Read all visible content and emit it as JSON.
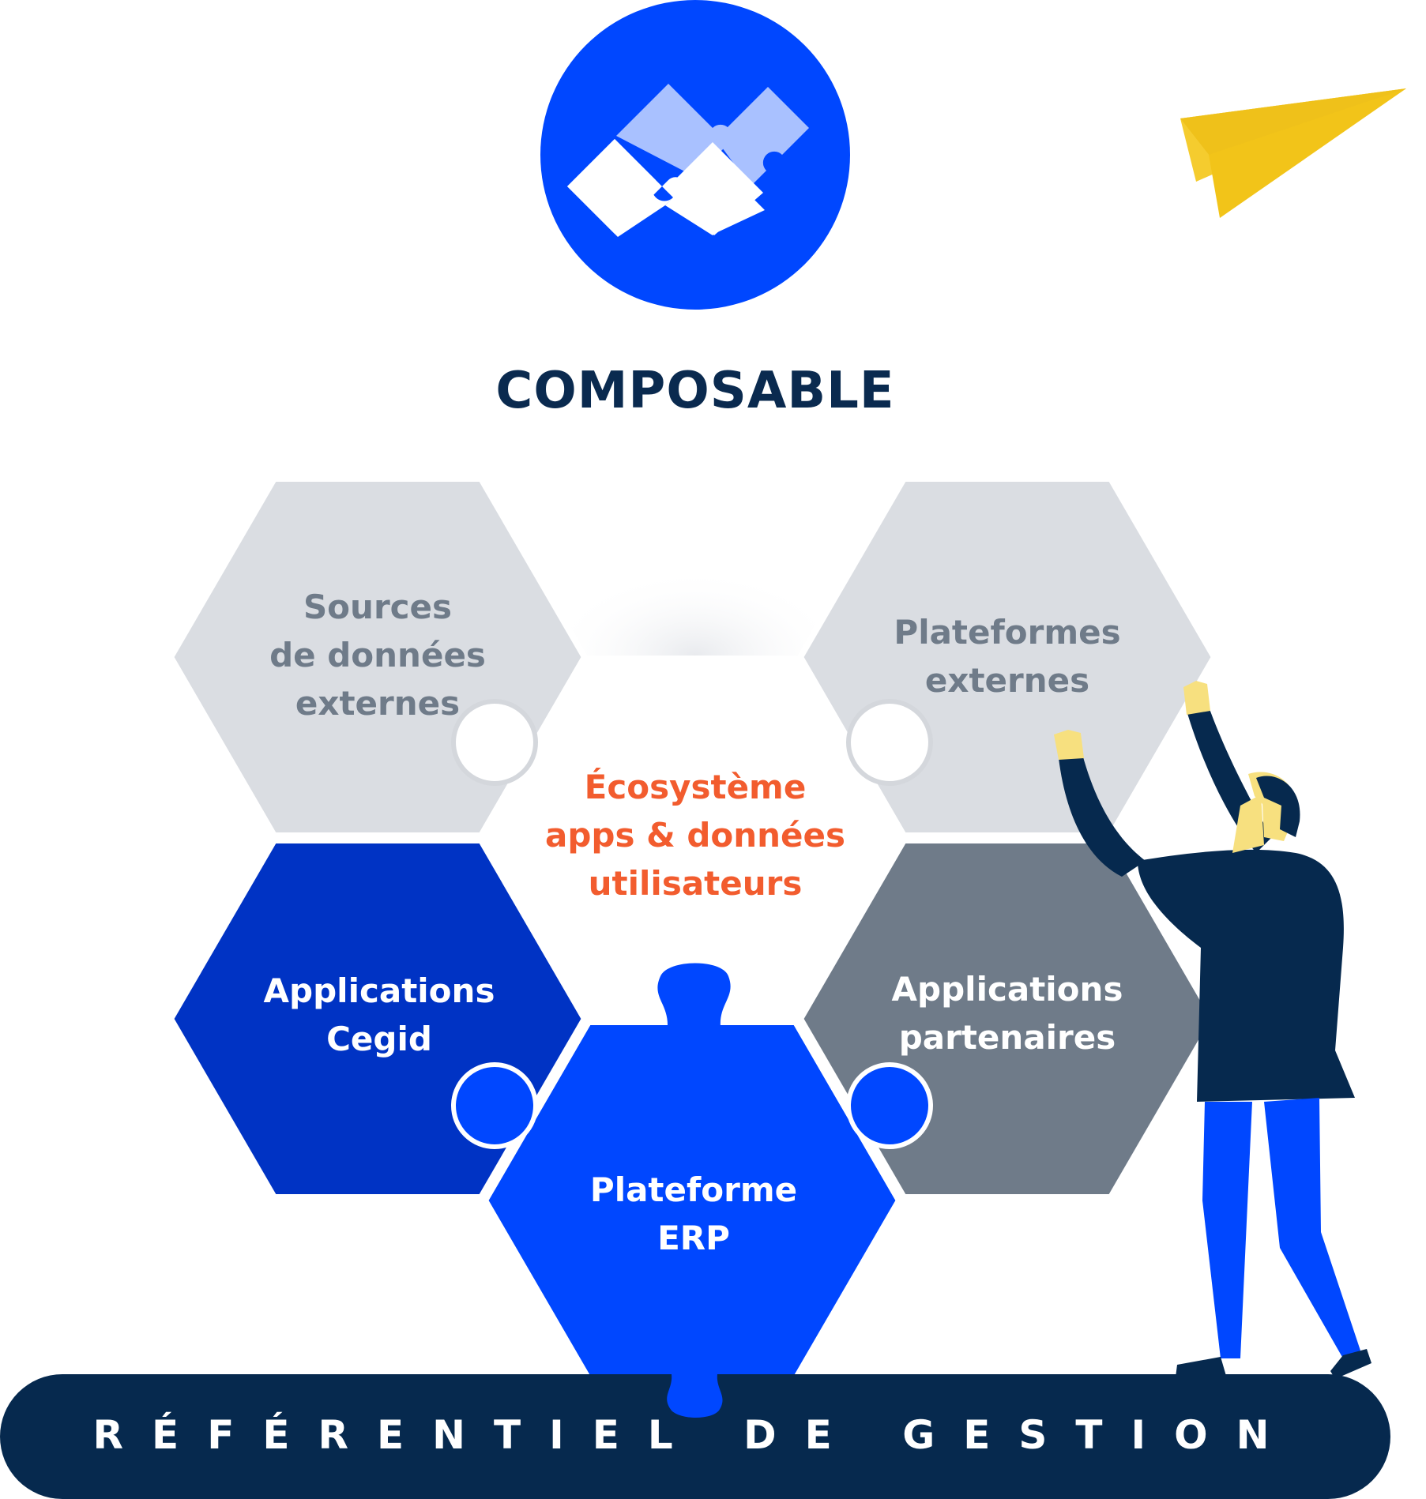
{
  "title": "COMPOSABLE",
  "colors": {
    "blue": "#0047ff",
    "dark_blue": "#0033c4",
    "light_blue": "#a9c1ff",
    "grey_light": "#dadde2",
    "grey_dark": "#6f7b89",
    "navy": "#06294e",
    "orange": "#f25c2e",
    "yellow": "#f5cc2e"
  },
  "hexagons": {
    "sources": "Sources\nde données\nexternes",
    "plateformes_externes": "Plateformes\nexternes",
    "ecosysteme": "Écosystème\napps & données\nutilisateurs",
    "applications_cegid": "Applications\nCegid",
    "applications_partenaires": "Applications\npartenaires",
    "plateforme_erp": "Plateforme\nERP"
  },
  "base_bar": "RÉFÉRENTIEL DE GESTION",
  "icons": [
    "puzzle-pieces-icon",
    "paper-plane-icon",
    "person-illustration"
  ]
}
